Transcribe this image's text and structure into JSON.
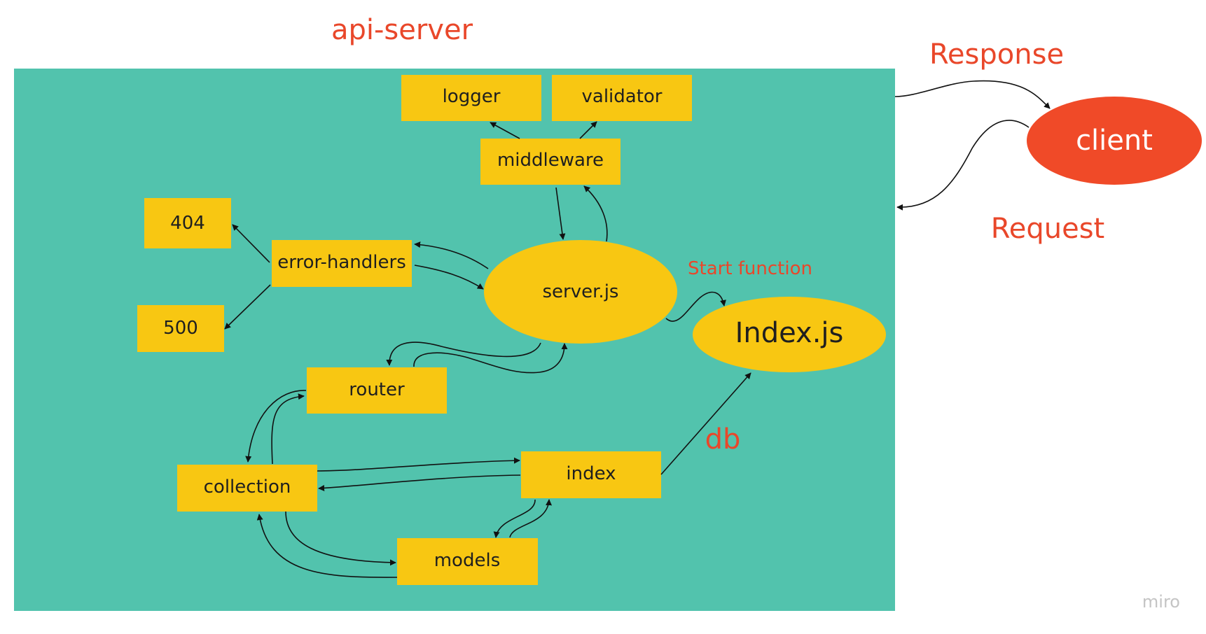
{
  "colors": {
    "container": "#52c3ad",
    "box": "#f8c712",
    "client": "#f04a28",
    "red_text": "#e9472a",
    "watermark": "#c4c4c4"
  },
  "container": {
    "title": "api-server"
  },
  "nodes": {
    "logger": "logger",
    "validator": "validator",
    "middleware": "middleware",
    "e404": "404",
    "error_handlers": "error-handlers",
    "e500": "500",
    "server": "server.js",
    "index_js": "Index.js",
    "router": "router",
    "collection": "collection",
    "index": "index",
    "models": "models",
    "client": "client"
  },
  "labels": {
    "response": "Response",
    "request": "Request",
    "start_function": "Start function",
    "db": "db"
  },
  "watermark": "miro"
}
